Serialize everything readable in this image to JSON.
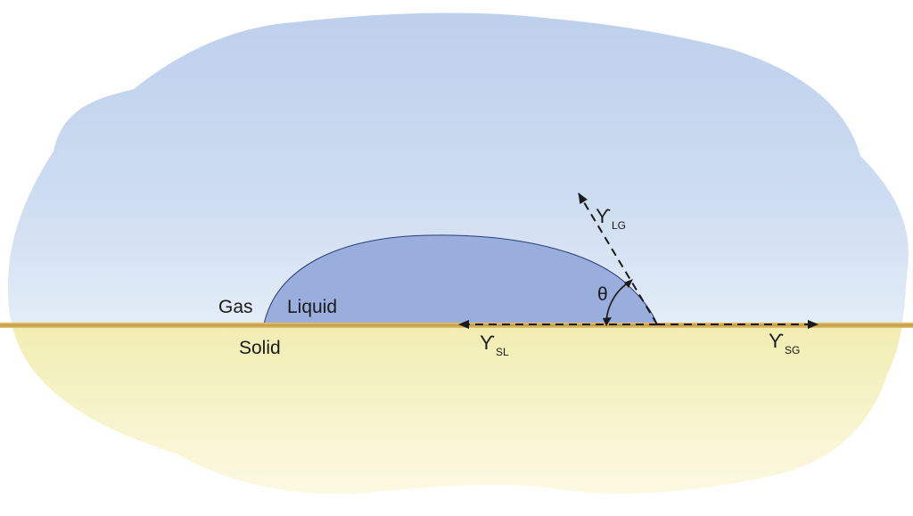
{
  "labels": {
    "gas": "Gas",
    "liquid": "Liquid",
    "solid": "Solid",
    "theta": "θ"
  },
  "tensions": {
    "liquid_gas": {
      "symbol": "ϒ",
      "subscript": "LG"
    },
    "solid_liquid": {
      "symbol": "ϒ",
      "subscript": "SL"
    },
    "solid_gas": {
      "symbol": "ϒ",
      "subscript": "SG"
    }
  },
  "colors": {
    "gas_top": "#c2d3ec",
    "gas_bottom": "#dfeaf6",
    "solid_top": "#f3efb5",
    "solid_bottom": "#fcf9e3",
    "surface_line": "#c9a24b",
    "droplet_fill": "#9aaedd",
    "droplet_stroke": "#2c3e7a",
    "arrow": "#1a1a1a"
  }
}
